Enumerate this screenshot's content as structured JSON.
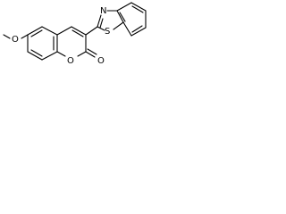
{
  "molecule": {
    "atoms": {
      "methoxy_o": "O",
      "ring_o": "O",
      "carbonyl_o": "O",
      "thiazole_n": "N",
      "thiazole_s": "S"
    },
    "bond_color": "#000000",
    "atom_label_color": "#000000"
  }
}
